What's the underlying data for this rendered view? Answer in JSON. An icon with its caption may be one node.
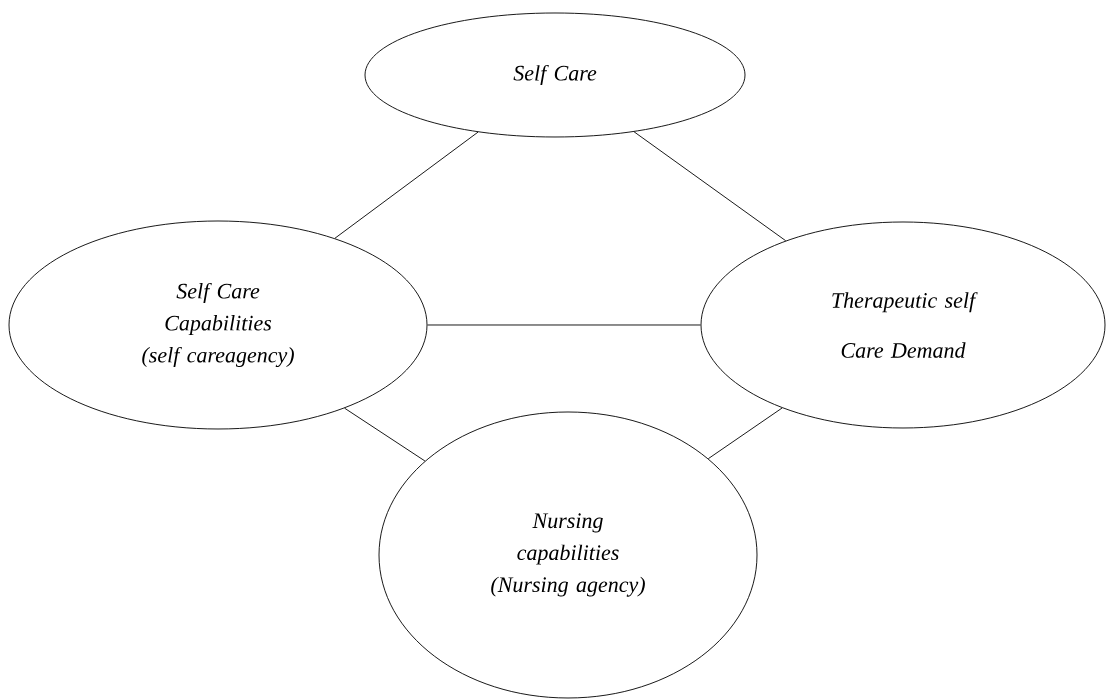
{
  "diagram": {
    "nodes": [
      {
        "text": [
          "Self Care"
        ]
      },
      {
        "text": [
          "Self Care Capabilities (self careagency)"
        ]
      },
      {
        "text": [
          "Therapeutic self Care Demand"
        ]
      },
      {
        "text": [
          "Nursing capabilities (Nursing agency)"
        ]
      }
    ],
    "edges": [
      {
        "from": 0,
        "to": 1,
        "arrow": "none"
      },
      {
        "from": 0,
        "to": 2,
        "arrow": "none"
      },
      {
        "from": 1,
        "to": 2,
        "arrow": "none"
      },
      {
        "from": 1,
        "to": 3,
        "arrow": "none"
      },
      {
        "from": 2,
        "to": 3,
        "arrow": "none"
      }
    ]
  }
}
